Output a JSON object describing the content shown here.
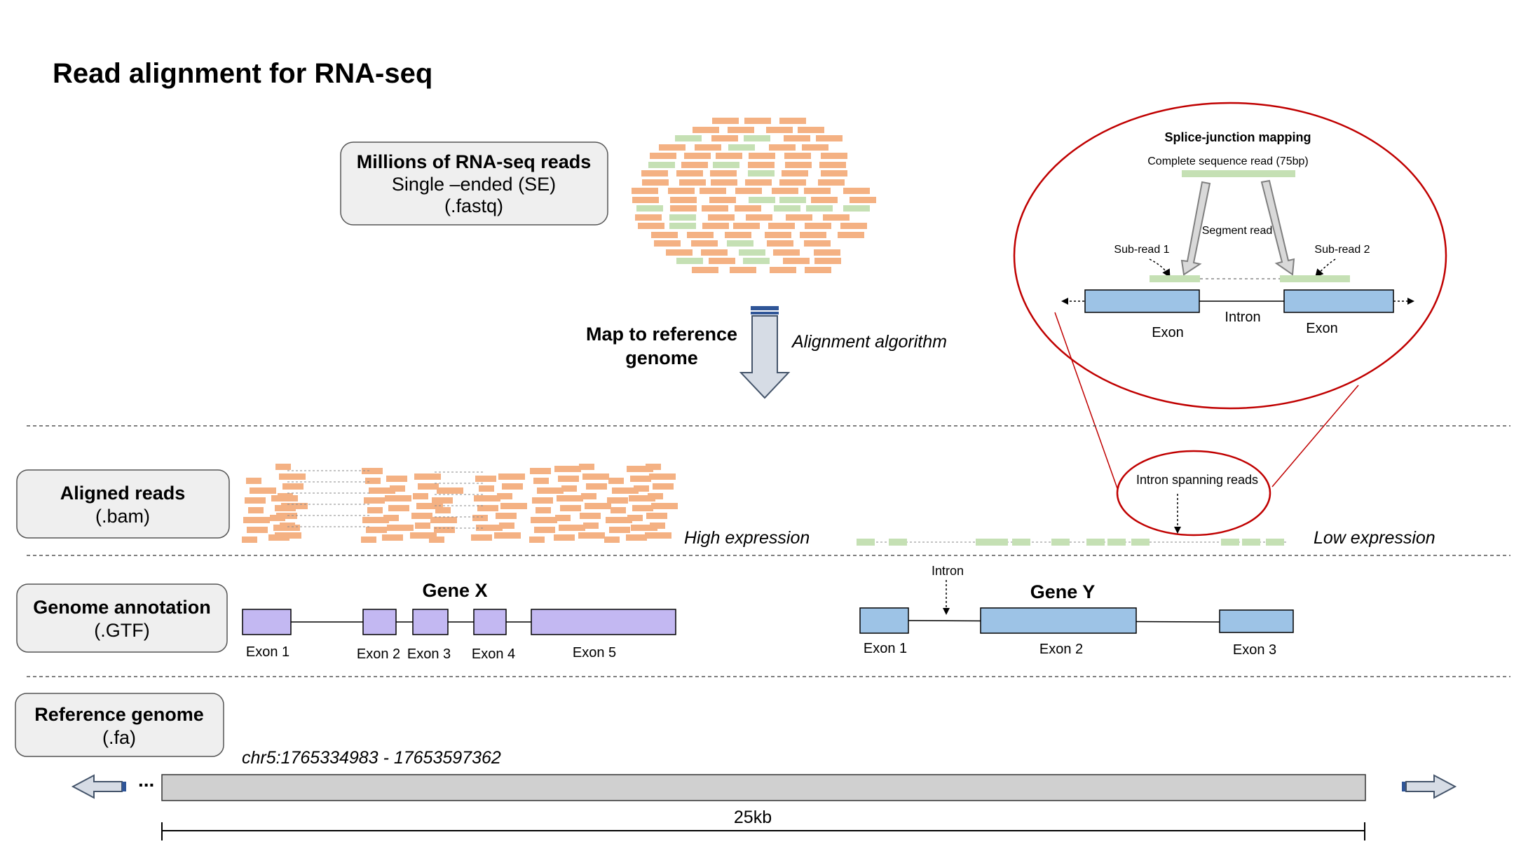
{
  "title": "Read alignment for RNA-seq",
  "input_box": {
    "line1": "Millions of RNA-seq reads",
    "line2": "Single –ended (SE)",
    "line3": "(.fastq)"
  },
  "map_step": {
    "line1": "Map to reference",
    "line2": "genome",
    "algorithm": "Alignment algorithm"
  },
  "splice_panel": {
    "title": "Splice-junction mapping",
    "complete_read": "Complete sequence read (75bp)",
    "segment_read": "Segment read",
    "subread1": "Sub-read 1",
    "subread2": "Sub-read 2",
    "exon_left": "Exon",
    "intron": "Intron",
    "exon_right": "Exon"
  },
  "aligned_reads": {
    "label": "Aligned reads",
    "format": "(.bam)",
    "high": "High expression",
    "low": "Low expression",
    "intron_spanning": "Intron spanning reads"
  },
  "annotation": {
    "label": "Genome annotation",
    "format": "(.GTF)",
    "gene_x": {
      "name": "Gene X",
      "exons": [
        "Exon 1",
        "Exon 2",
        "Exon 3",
        "Exon 4",
        "Exon 5"
      ]
    },
    "gene_y": {
      "name": "Gene Y",
      "intron": "Intron",
      "exons": [
        "Exon 1",
        "Exon 2",
        "Exon 3"
      ]
    }
  },
  "reference": {
    "label": "Reference genome",
    "format": "(.fa)",
    "coords": "chr5:1765334983 - 17653597362",
    "ellipsis": "...",
    "scale": "25kb"
  },
  "colors": {
    "read": "#f4b183",
    "read_alt": "#c5e0b4",
    "gene_x": "#c3b8f2",
    "gene_y": "#9dc3e6",
    "genome_bar": "#d0d0d0",
    "circle": "#c00000",
    "arrow_fill": "#d6dce5",
    "arrow_stroke": "#44546a"
  }
}
